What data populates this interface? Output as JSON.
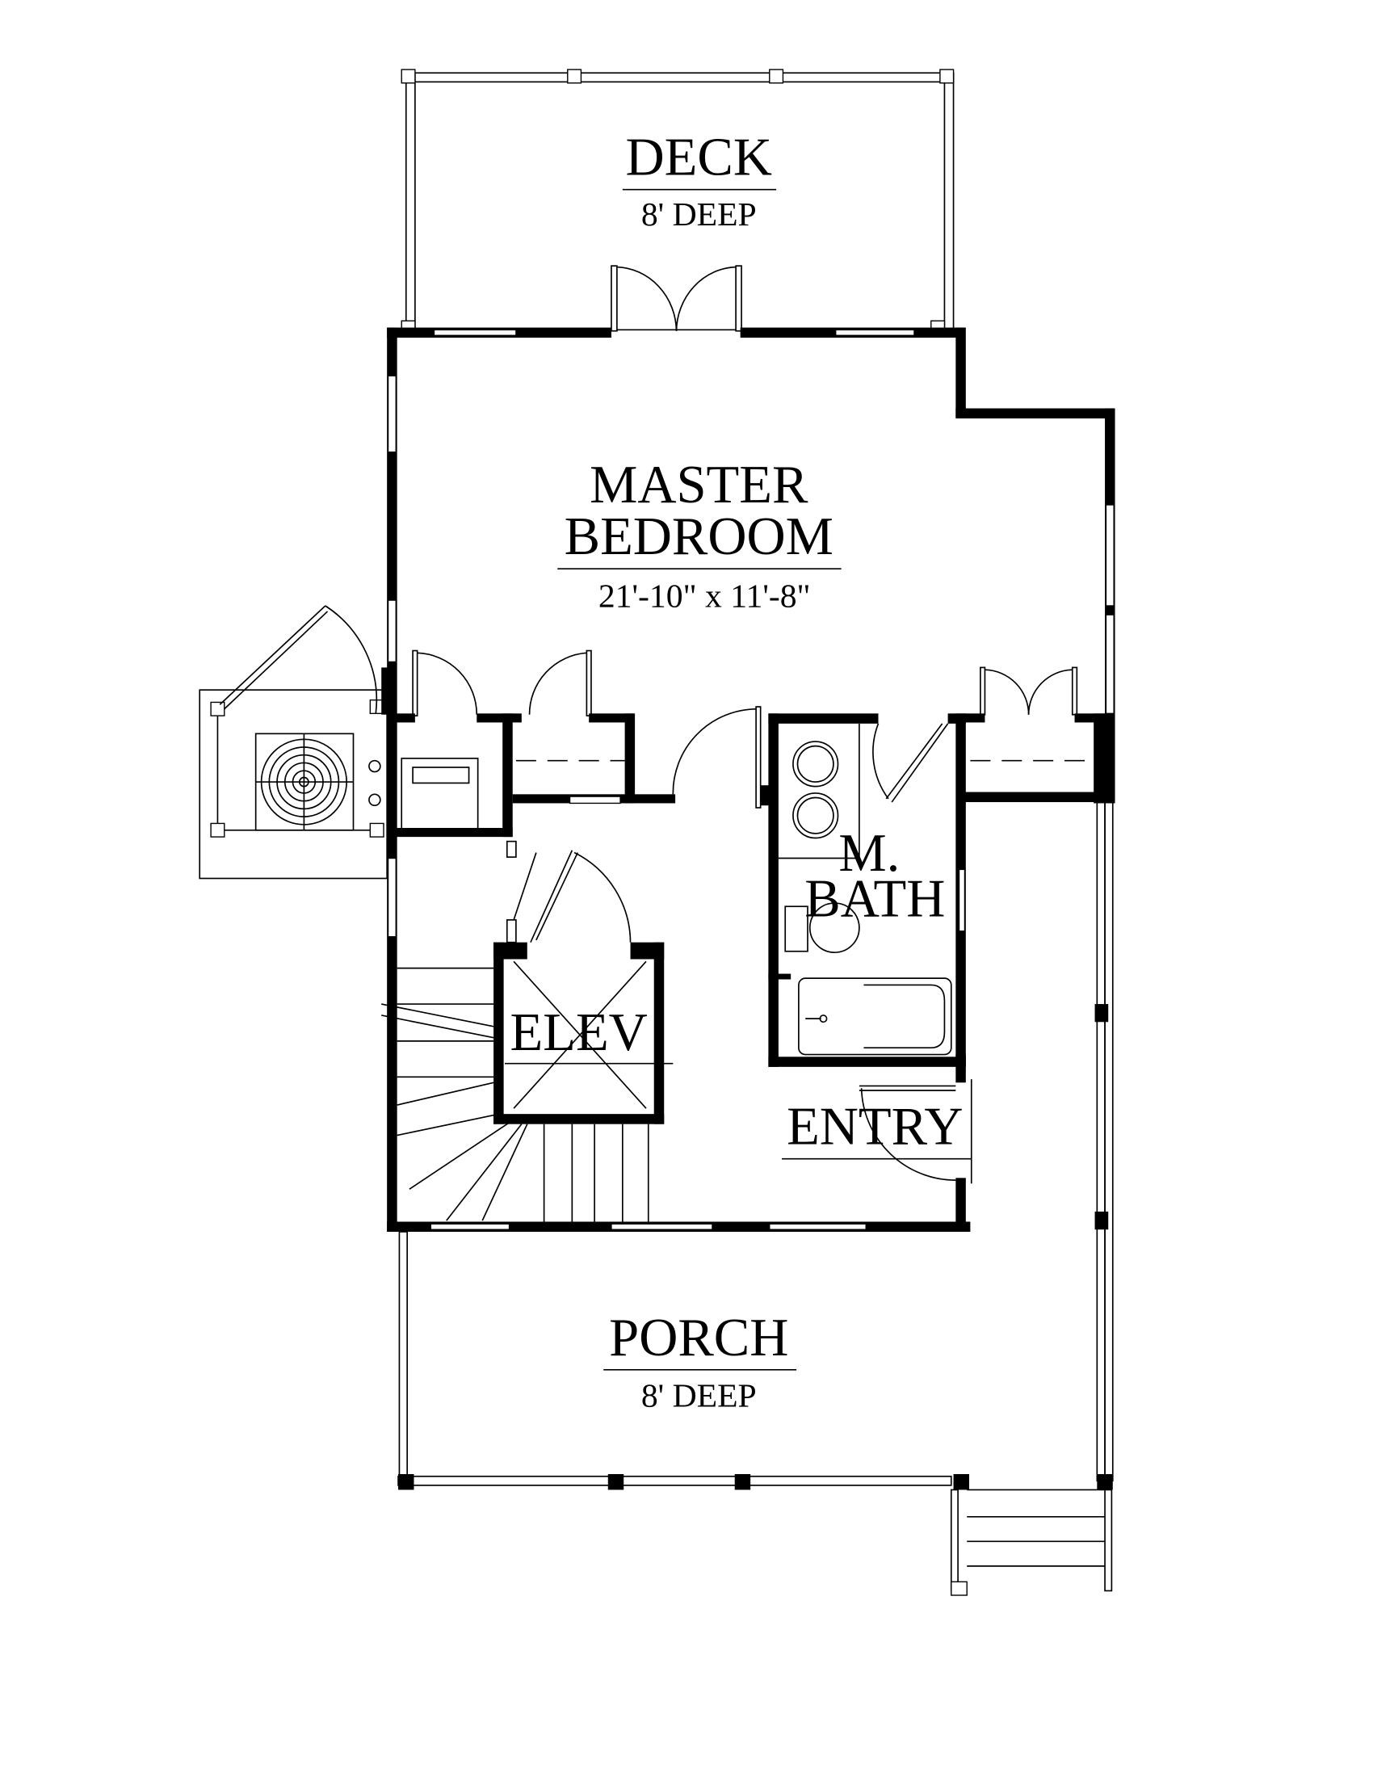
{
  "rooms": {
    "deck": {
      "name": "DECK",
      "size": "8' DEEP"
    },
    "master_bedroom": {
      "name_line1": "MASTER",
      "name_line2": "BEDROOM",
      "size": "21'-10\" x 11'-8\""
    },
    "master_bath": {
      "name_line1": "M.",
      "name_line2": "BATH"
    },
    "elevator": {
      "name": "ELEV"
    },
    "entry": {
      "name": "ENTRY"
    },
    "porch": {
      "name": "PORCH",
      "size": "8' DEEP"
    }
  },
  "colors": {
    "ink": "#000000",
    "paper": "#ffffff"
  }
}
